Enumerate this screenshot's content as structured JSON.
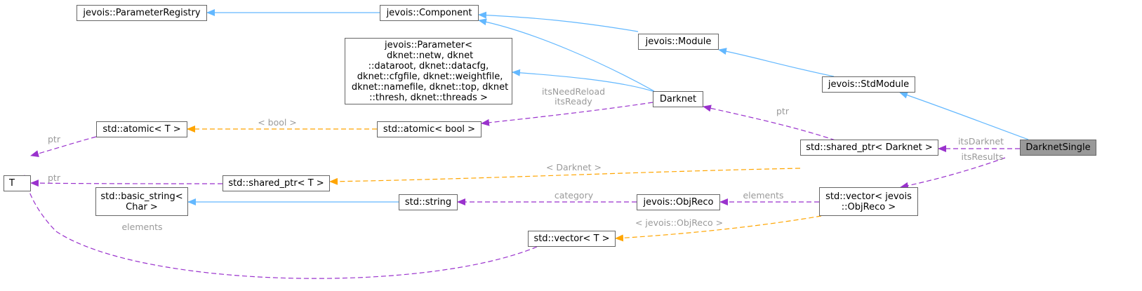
{
  "nodes": {
    "parameter_registry": "jevois::ParameterRegistry",
    "component": "jevois::Component",
    "module": "jevois::Module",
    "std_module": "jevois::StdModule",
    "parameter_template": "jevois::Parameter<\n dknet::netw, dknet\n::dataroot, dknet::datacfg,\n dknet::cfgfile, dknet::weightfile,\n dknet::namefile, dknet::top, dknet\n::thresh, dknet::threads >",
    "darknet": "Darknet",
    "darknet_single": "DarknetSingle",
    "t": "T",
    "atomic_t": "std::atomic< T >",
    "atomic_bool": "std::atomic< bool >",
    "shared_ptr_t": "std::shared_ptr< T >",
    "shared_ptr_darknet": "std::shared_ptr< Darknet >",
    "basic_string": "std::basic_string<\nChar >",
    "string": "std::string",
    "obj_reco": "jevois::ObjReco",
    "vector_objreco": "std::vector< jevois\n::ObjReco >",
    "vector_t": "std::vector< T >"
  },
  "edge_labels": {
    "its_need_reload": "itsNeedReload\nitsReady",
    "bool_tmpl": "< bool >",
    "ptr_atomic": "ptr",
    "ptr_shared": "ptr",
    "ptr_darknet": "ptr",
    "darknet_tmpl": "< Darknet >",
    "its_darknet": "itsDarknet",
    "its_results": "itsResults",
    "category": "category",
    "elements_objreco": "elements",
    "objreco_tmpl": "< jevois::ObjReco >",
    "elements_t": "elements"
  },
  "colors": {
    "inheritance": "#63b8ff",
    "template": "#ffa500",
    "usage": "#9a32cd",
    "focus_fill": "#999999",
    "border": "#666666",
    "label": "#9a9a9a"
  }
}
